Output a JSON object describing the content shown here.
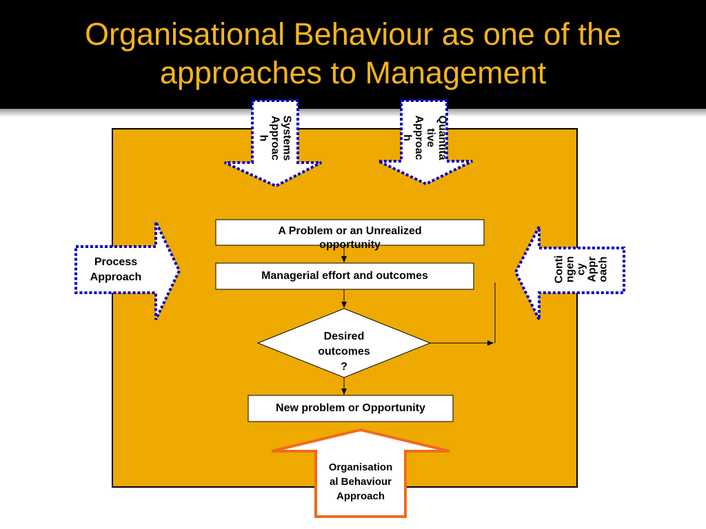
{
  "title": {
    "line1": "Organisational Behaviour as one of the",
    "line2": "approaches to Management"
  },
  "colors": {
    "title_bar": "#000000",
    "title_text": "#f5b41a",
    "panel": "#eeaa00",
    "dotted_border": "#0000cc",
    "ob_arrow_border": "#f26a1b"
  },
  "arrows": {
    "systems": [
      "Systems",
      "Approac",
      "h"
    ],
    "quantitative": [
      "Quantita",
      "tive",
      "Approac",
      "h"
    ],
    "process": [
      "Process",
      "Approach"
    ],
    "contingency": [
      "Conti",
      "ngen",
      "cy",
      "Appr",
      "oach"
    ],
    "organisational": [
      "Organisation",
      "al Behaviour",
      "Approach"
    ]
  },
  "flow": {
    "problem": [
      "A Problem or an Unrealized",
      "opportunity"
    ],
    "effort": "Managerial effort and outcomes",
    "decision": [
      "Desired",
      "outcomes",
      "?"
    ],
    "new_problem": "New problem or Opportunity"
  }
}
